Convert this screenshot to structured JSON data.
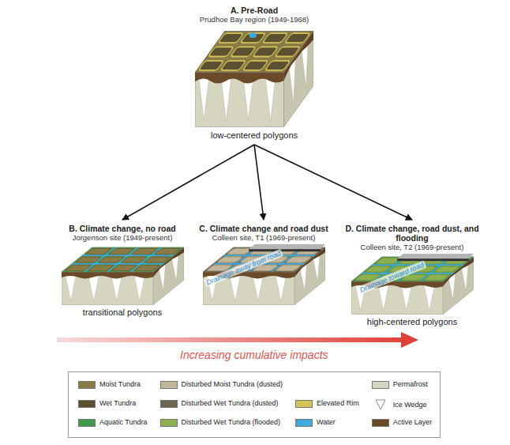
{
  "diagram": {
    "nodes": [
      {
        "text": [
          "A. Pre-Road",
          "Prudhoe Bay region (1949-1968)",
          "low-centered polygons"
        ]
      },
      {
        "text": [
          "B. Climate change, no road",
          "Jorgenson site (1949-present)",
          "transitional polygons"
        ]
      },
      {
        "text": [
          "C. Climate change and road dust",
          "Colleen site, T1 (1969-present)"
        ]
      },
      {
        "text": [
          "D. Climate change, road dust, and flooding",
          "Colleen site, T2 (1969-present)",
          "high-centered polygons"
        ]
      }
    ],
    "edges": [
      {
        "from": 0,
        "to": 1,
        "arrow": "to"
      },
      {
        "from": 0,
        "to": 2,
        "arrow": "to"
      },
      {
        "from": 0,
        "to": 3,
        "arrow": "to"
      }
    ],
    "labels": [
      "Drainage away from road",
      "Drainage toward road",
      "Increasing cumulative impacts"
    ],
    "legend": [
      {
        "text": "Moist Tundra",
        "color": "#8a7a45"
      },
      {
        "text": "Wet Tundra",
        "color": "#5b5130"
      },
      {
        "text": "Aquatic Tundra",
        "color": "#3f9a48"
      },
      {
        "text": "Disturbed Moist Tundra (dusted)",
        "color": "#c2b59a"
      },
      {
        "text": "Disturbed Wet Tundra (dusted)",
        "color": "#6e6552"
      },
      {
        "text": "Disturbed Wet Tundra (flooded)",
        "color": "#8db04e"
      },
      {
        "text": "Elevated Rim",
        "color": "#d4c35a"
      },
      {
        "text": "Water",
        "color": "#3fa9dc"
      },
      {
        "text": "Permafrost",
        "color": "#d5d5c0"
      },
      {
        "text": "Ice Wedge"
      },
      {
        "text": "Active Layer",
        "color": "#6b4a2a"
      }
    ]
  }
}
